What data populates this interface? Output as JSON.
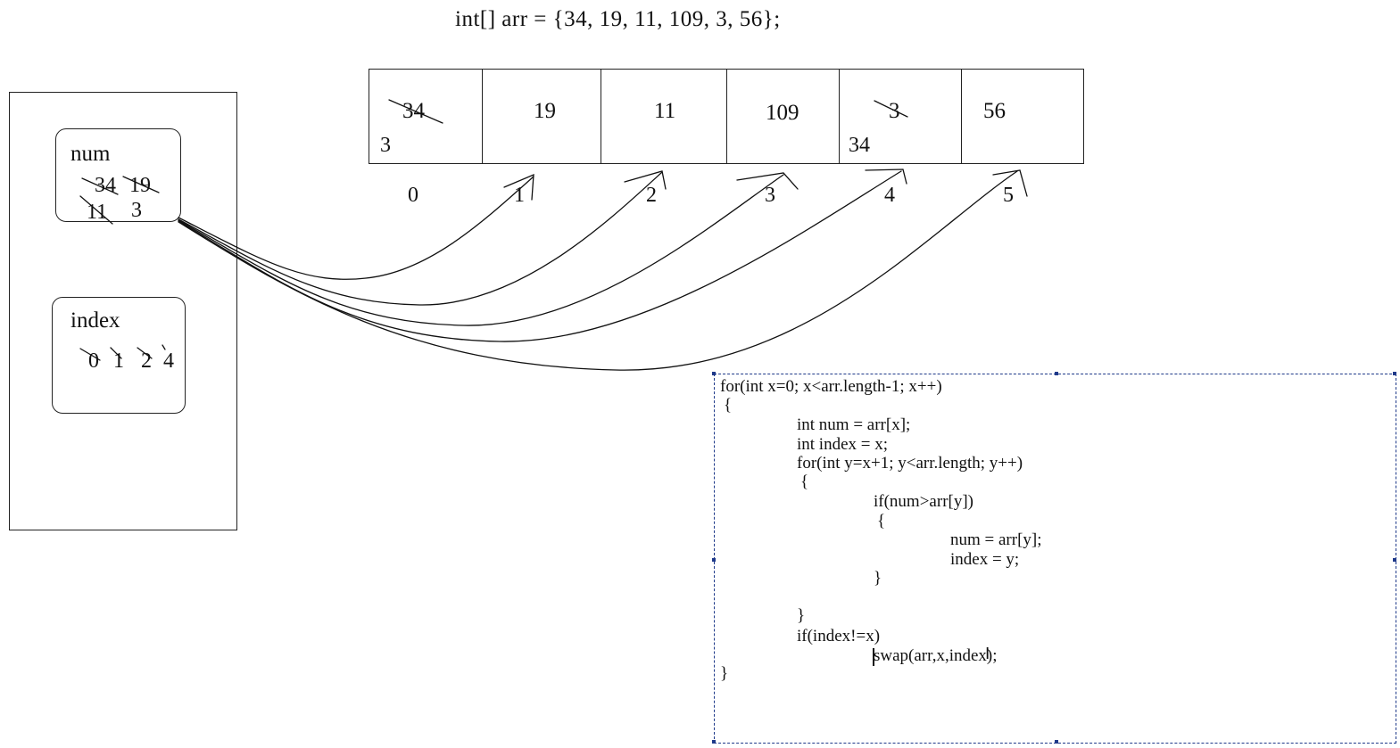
{
  "declaration": "int[] arr = {34, 19, 11, 109, 3, 56};",
  "array": {
    "cells": [
      {
        "value": "34",
        "below": "3"
      },
      {
        "value": "19",
        "below": ""
      },
      {
        "value": "11",
        "below": ""
      },
      {
        "value": "109",
        "below": ""
      },
      {
        "value": "3",
        "below": "34"
      },
      {
        "value": "56",
        "below": ""
      }
    ],
    "indices": [
      "0",
      "1",
      "2",
      "3",
      "4",
      "5"
    ]
  },
  "memory": {
    "num": {
      "label": "num",
      "values": [
        "34",
        "19",
        "11",
        "3"
      ]
    },
    "index": {
      "label": "index",
      "values": [
        "0",
        "1",
        "2",
        "4"
      ]
    }
  },
  "code": {
    "lines": [
      "for(int x=0; x<arr.length-1; x++)",
      "{",
      "int num = arr[x];",
      "int index = x;",
      "for(int y=x+1; y<arr.length; y++)",
      "{",
      "if(num>arr[y])",
      "{",
      "num = arr[y];",
      "index = y;",
      "}",
      "}",
      "if(index!=x)",
      "swap(arr,x,index);",
      "}"
    ]
  }
}
